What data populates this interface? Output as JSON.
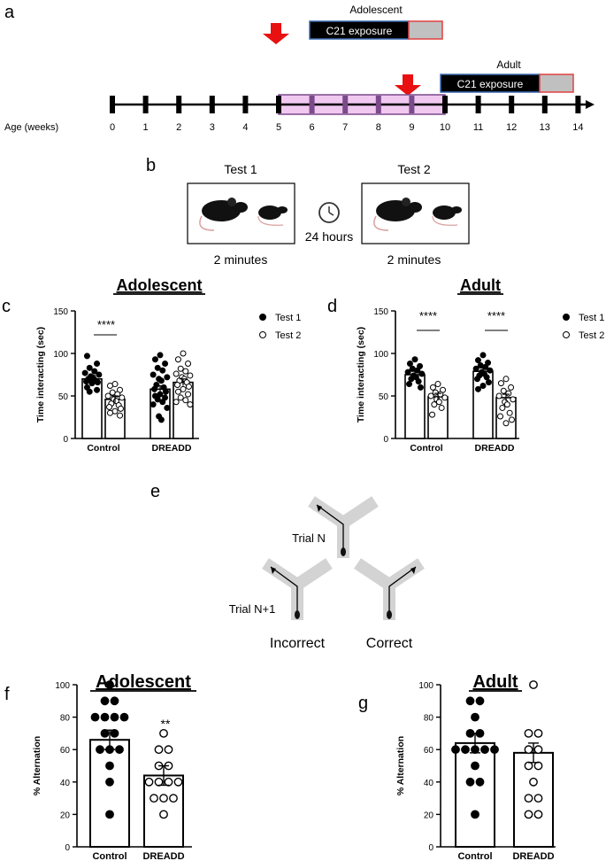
{
  "panels": {
    "a": "a",
    "b": "b",
    "c": "c",
    "d": "d",
    "e": "e",
    "f": "f",
    "g": "g"
  },
  "timeline": {
    "age_label": "Age (weeks)",
    "ticks": [
      "0",
      "1",
      "2",
      "3",
      "4",
      "5",
      "6",
      "7",
      "8",
      "9",
      "10",
      "11",
      "12",
      "13",
      "14"
    ],
    "adolescent_label": "Adolescent",
    "adult_label": "Adult",
    "exposure_label": "C21 exposure",
    "adolescent_arrow_week": 5,
    "adult_arrow_week": 9,
    "shaded_start_week": 5,
    "shaded_end_week": 10,
    "colors": {
      "shade": "#f0c8f0",
      "shade_border": "#7a4a8a",
      "arrow": "#e81010",
      "exposure_bg": "#000000",
      "grey_box": "#c0c0c0",
      "grey_border": "#e04040",
      "exposure_border": "#3a6ab0"
    }
  },
  "test_schematic": {
    "test1_label": "Test 1",
    "test2_label": "Test 2",
    "interval_label": "24 hours",
    "duration1_label": "2 minutes",
    "duration2_label": "2 minutes"
  },
  "maze": {
    "trial_n_label": "Trial N",
    "trial_n1_label": "Trial N+1",
    "incorrect_label": "Incorrect",
    "correct_label": "Correct"
  },
  "chart_data": [
    {
      "id": "c",
      "type": "bar",
      "title": "Adolescent",
      "ylabel": "Time interacting (sec)",
      "categories": [
        "Control",
        "DREADD"
      ],
      "ylim": [
        0,
        150
      ],
      "yticks": [
        "0",
        "50",
        "100",
        "150"
      ],
      "significance": "****",
      "series": [
        {
          "name": "Test 1",
          "values": [
            70,
            58
          ],
          "points": [
            [
              72,
              97,
              88,
              83,
              79,
              77,
              75,
              73,
              71,
              70,
              68,
              67,
              66,
              65,
              60,
              57,
              55
            ],
            [
              98,
              93,
              88,
              83,
              80,
              75,
              72,
              70,
              68,
              63,
              60,
              58,
              55,
              52,
              50,
              48,
              46,
              43,
              40,
              36,
              26,
              22
            ]
          ]
        },
        {
          "name": "Test 2",
          "values": [
            46,
            66
          ],
          "points": [
            [
              64,
              62,
              57,
              54,
              52,
              50,
              48,
              46,
              44,
              41,
              39,
              37,
              35,
              32,
              30,
              27
            ],
            [
              100,
              93,
              88,
              82,
              79,
              76,
              74,
              72,
              70,
              68,
              66,
              63,
              61,
              58,
              55,
              52,
              48,
              45,
              43,
              40
            ]
          ]
        }
      ]
    },
    {
      "id": "d",
      "type": "bar",
      "title": "Adult",
      "ylabel": "Time interacting (sec)",
      "categories": [
        "Control",
        "DREADD"
      ],
      "ylim": [
        0,
        150
      ],
      "yticks": [
        "0",
        "50",
        "100",
        "150"
      ],
      "significance": [
        "****",
        "****"
      ],
      "series": [
        {
          "name": "Test 1",
          "values": [
            75,
            79
          ],
          "points": [
            [
              93,
              88,
              85,
              82,
              80,
              78,
              76,
              74,
              72,
              70,
              67,
              64,
              60
            ],
            [
              98,
              92,
              89,
              86,
              84,
              82,
              80,
              78,
              76,
              74,
              72,
              70,
              66,
              62,
              58
            ]
          ]
        },
        {
          "name": "Test 2",
          "values": [
            49,
            48
          ],
          "points": [
            [
              64,
              60,
              57,
              54,
              52,
              50,
              48,
              46,
              43,
              40,
              36,
              28
            ],
            [
              70,
              65,
              60,
              56,
              53,
              50,
              46,
              43,
              40,
              36,
              30,
              26,
              22,
              18
            ]
          ]
        }
      ]
    },
    {
      "id": "f",
      "type": "bar",
      "title": "Adolescent",
      "ylabel": "% Alternation",
      "categories": [
        "Control",
        "DREADD"
      ],
      "ylim": [
        0,
        100
      ],
      "yticks": [
        "0",
        "20",
        "40",
        "60",
        "80",
        "100"
      ],
      "significance": "**",
      "values": [
        66,
        44
      ],
      "points": [
        [
          100,
          90,
          90,
          80,
          80,
          80,
          80,
          70,
          70,
          60,
          60,
          60,
          50,
          40,
          20
        ],
        [
          70,
          60,
          60,
          50,
          50,
          40,
          40,
          40,
          40,
          30,
          30,
          30,
          20
        ]
      ]
    },
    {
      "id": "g",
      "type": "bar",
      "title": "Adult",
      "ylabel": "% Alternation",
      "categories": [
        "Control",
        "DREADD"
      ],
      "ylim": [
        0,
        100
      ],
      "yticks": [
        "0",
        "20",
        "40",
        "60",
        "80",
        "100"
      ],
      "values": [
        64,
        58
      ],
      "points": [
        [
          90,
          90,
          80,
          70,
          70,
          60,
          60,
          60,
          60,
          60,
          50,
          40,
          40,
          20
        ],
        [
          100,
          70,
          70,
          60,
          60,
          50,
          50,
          40,
          30,
          30,
          20,
          20
        ]
      ]
    }
  ]
}
